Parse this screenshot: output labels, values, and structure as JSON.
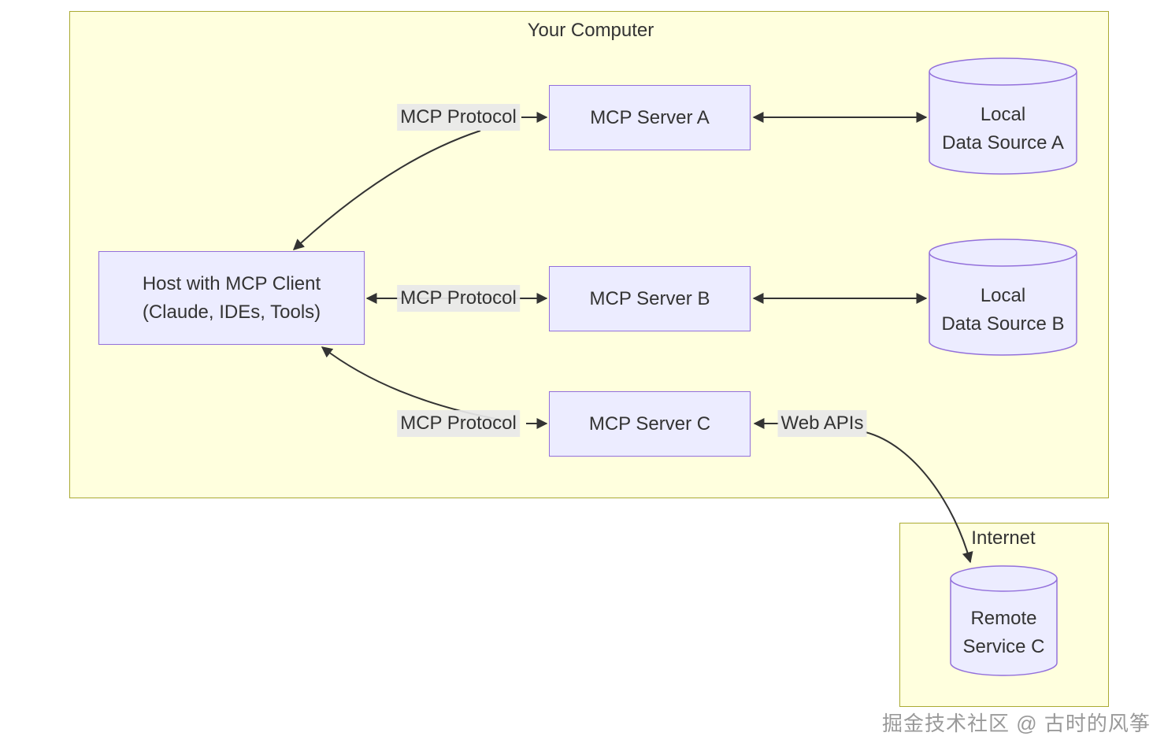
{
  "containers": {
    "your_computer": {
      "label": "Your Computer"
    },
    "internet": {
      "label": "Internet"
    }
  },
  "nodes": {
    "host": {
      "line1": "Host with MCP Client",
      "line2": "(Claude, IDEs, Tools)"
    },
    "server_a": {
      "label": "MCP Server A"
    },
    "server_b": {
      "label": "MCP Server B"
    },
    "server_c": {
      "label": "MCP Server C"
    },
    "local_data_source_a": {
      "line1": "Local",
      "line2": "Data Source A"
    },
    "local_data_source_b": {
      "line1": "Local",
      "line2": "Data Source B"
    },
    "remote_service_c": {
      "line1": "Remote",
      "line2": "Service C"
    }
  },
  "edge_labels": {
    "host_server_a": "MCP Protocol",
    "host_server_b": "MCP Protocol",
    "host_server_c": "MCP Protocol",
    "server_c_remote": "Web APIs"
  },
  "edges": [
    {
      "from": "host",
      "to": "server_a",
      "label": "MCP Protocol",
      "bidirectional": true
    },
    {
      "from": "host",
      "to": "server_b",
      "label": "MCP Protocol",
      "bidirectional": true
    },
    {
      "from": "host",
      "to": "server_c",
      "label": "MCP Protocol",
      "bidirectional": true
    },
    {
      "from": "server_a",
      "to": "local_data_source_a",
      "bidirectional": true
    },
    {
      "from": "server_b",
      "to": "local_data_source_b",
      "bidirectional": true
    },
    {
      "from": "server_c",
      "to": "remote_service_c",
      "label": "Web APIs",
      "bidirectional": true
    }
  ],
  "watermark": "掘金技术社区 @ 古时的风筝",
  "colors": {
    "container_fill": "#ffffde",
    "container_border": "#aaaa33",
    "node_fill": "#ECECFF",
    "node_border": "#9370DB",
    "edge_label_bg": "#e8e8e8",
    "edge_stroke": "#333333",
    "text": "#333333"
  }
}
